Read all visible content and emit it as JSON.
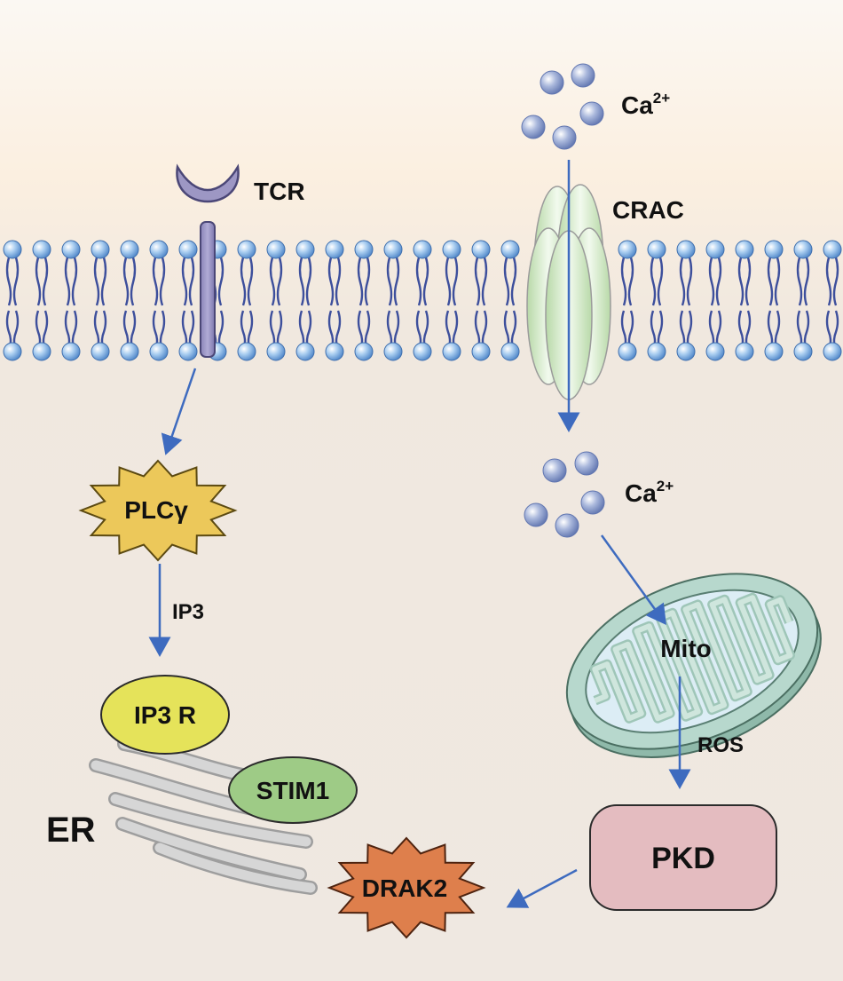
{
  "labels": {
    "tcr": "TCR",
    "crac": "CRAC",
    "ca_top": "Ca",
    "ca_top_sup": "2+",
    "ca_mid": "Ca",
    "ca_mid_sup": "2+",
    "plcg": "PLCγ",
    "ip3": "IP3",
    "ip3r": "IP3 R",
    "stim1": "STIM1",
    "er": "ER",
    "mito": "Mito",
    "ros": "ROS",
    "pkd": "PKD",
    "drak2": "DRAK2"
  },
  "colors": {
    "background_top": "#fdf5ea",
    "background": "#efe8e1",
    "membrane_head": "#7fb2e3",
    "membrane_tail": "#3d4f9c",
    "tcr": "#9d97c4",
    "crac": "#cfe8c6",
    "calcium": "#8fa3cf",
    "plcg": "#ecc85a",
    "ip3r": "#e5e35a",
    "stim1": "#9ecb86",
    "er": "#cfcfcf",
    "mito_outer": "#b7d8cd",
    "mito_inner": "#dcedf5",
    "pkd": "#e4bcc0",
    "drak2": "#de7f4c",
    "arrow": "#3e6bbf"
  }
}
